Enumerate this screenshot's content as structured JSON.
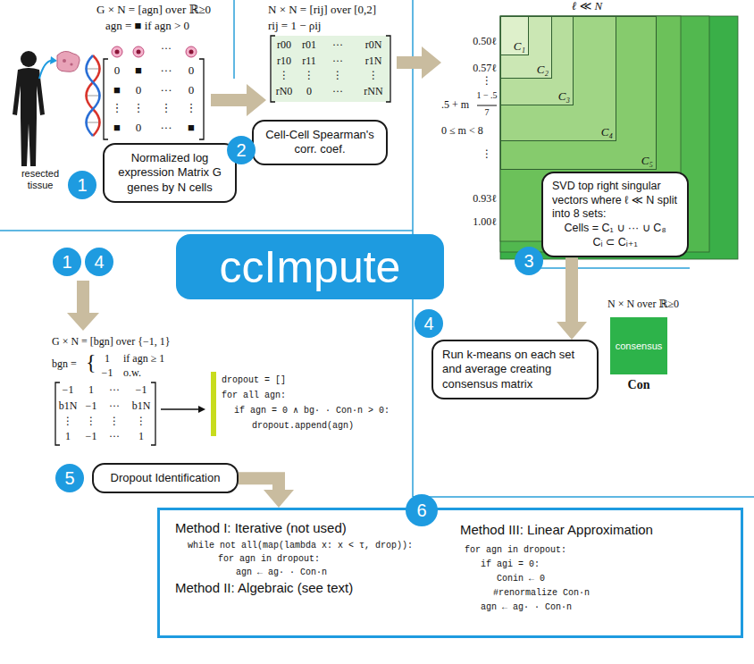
{
  "diagram": {
    "nodes": [
      {
        "text": [
          "Normalized log expression Matrix G genes by N cells"
        ]
      },
      {
        "text": [
          "1"
        ]
      },
      {
        "text": [
          "Cell-Cell Spearman's corr. coef."
        ]
      },
      {
        "text": [
          "2"
        ]
      },
      {
        "text": [
          "C₅"
        ]
      },
      {
        "text": [
          "C₄"
        ],
        "in": 4
      },
      {
        "text": [
          "C₃"
        ],
        "in": 5
      },
      {
        "text": [
          "C₂"
        ],
        "in": 6
      },
      {
        "text": [
          "C₁"
        ],
        "in": 7
      },
      {
        "text": [
          "SVD top right singular vectors where ℓ ≪ N split into 8 sets:",
          "Cells = C₁ ∪ ··· ∪ C₈",
          "Cᵢ ⊂ Cᵢ₊₁"
        ]
      },
      {
        "text": [
          "3"
        ]
      },
      {
        "text": [
          "ccImpute"
        ]
      },
      {
        "text": [
          "1"
        ]
      },
      {
        "text": [
          "4"
        ]
      },
      {
        "text": [
          "consensus"
        ]
      },
      {
        "text": [
          "Run k-means on each set and average creating consensus matrix"
        ]
      },
      {
        "text": [
          "4"
        ]
      },
      {
        "text": [
          "Dropout Identification"
        ]
      },
      {
        "text": [
          "5"
        ]
      },
      {
        "text": [
          "Method I: Iterative (not used)",
          "Method II: Algebraic (see text)",
          "Method III: Linear Approximation"
        ]
      },
      {
        "text": [
          "6"
        ]
      }
    ],
    "edges": [
      {
        "from": 9,
        "to": 15,
        "arrow": "to"
      },
      {
        "from": 17,
        "to": 19,
        "arrow": "to"
      }
    ],
    "labels": [
      "G × N = [agn] over ℝ≥0",
      "agn = ■ if agn > 0",
      "···",
      "0",
      "■",
      "···",
      "0",
      "■",
      "0",
      "···",
      "0",
      "⋮",
      "⋮",
      "⋮",
      "⋮",
      "■",
      "0",
      "···",
      "■",
      "resected tissue",
      "N × N = [rij] over [0,2]",
      "rij = 1 − ρij",
      "r00",
      "r01",
      "···",
      "r0N",
      "r10",
      "r11",
      "···",
      "r1N",
      "⋮",
      "⋮",
      "⋮",
      "⋮",
      "rN0",
      "0",
      "···",
      "rNN",
      "ℓ ≪ N",
      "0.50ℓ",
      "0.57ℓ",
      "⋮",
      ".5 + m",
      "1 − .5",
      "7",
      "0 ≤ m < 8",
      "⋮",
      "0.93ℓ",
      "1.00ℓ",
      "N × N over ℝ≥0",
      "Con",
      "G × N = [bgn] over {−1, 1}",
      "bgn =",
      "{",
      "1",
      "if agn ≥ 1",
      "−1",
      "o.w.",
      "−1",
      "1",
      "···",
      "−1",
      "b1N",
      "−1",
      "···",
      "b1N",
      "⋮",
      "⋮",
      "⋮",
      "⋮",
      "1",
      "−1",
      "···",
      "1",
      "dropout = []",
      "for all agn:",
      "if agn = 0 ∧ bg· · Con·n > 0:",
      "dropout.append(agn)",
      "while not all(map(lambda x: x < τ, drop)):",
      "for agn in dropout:",
      "agn ← ag· · Con·n",
      "for agn in dropout:",
      "if agi = 0:",
      "Conin ← 0",
      "#renormalize Con·n",
      "agn ← ag· · Con·n"
    ]
  }
}
